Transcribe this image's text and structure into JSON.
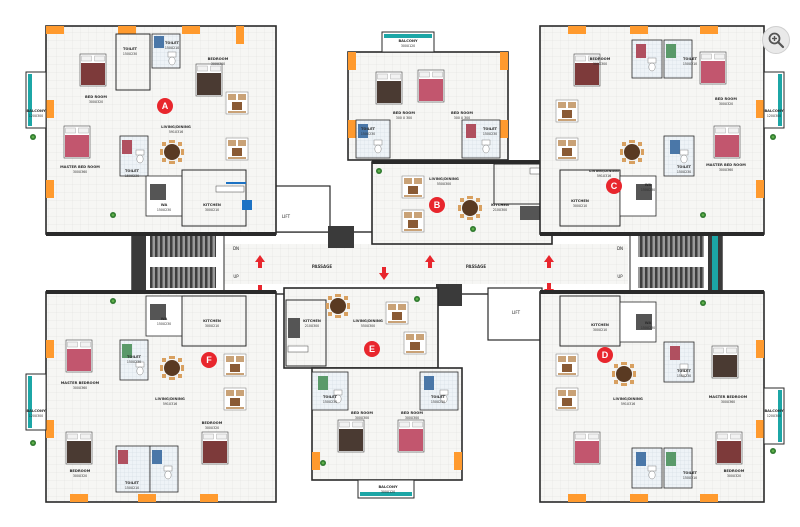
{
  "units": [
    {
      "id": "A",
      "rooms": {
        "toilet1": "TOILET",
        "toilet1_size": "150X230",
        "toilet2": "TOILET",
        "toilet2_size": "150X210",
        "bed1": "BEDROOM",
        "bed1_size": "300X300",
        "bed2": "BED ROOM",
        "bed2_size": "300X320",
        "balcony": "BALCONY",
        "balcony_size": "120X300",
        "master": "MASTER BED ROOM",
        "master_size": "300X360",
        "toilet3": "TOILET",
        "toilet3_size": "150X230",
        "living": "LIVING/DINING",
        "living_size": "591X316",
        "wa": "WA",
        "wa_size": "150X230",
        "kitchen": "KITCHEN",
        "kitchen_size": "300X210"
      }
    },
    {
      "id": "B",
      "rooms": {
        "balcony": "BALCONY",
        "balcony_size": "300X120",
        "bed1": "BED ROOM",
        "bed1_size": "300 X 300",
        "bed2": "BED ROOM",
        "bed2_size": "300 X 300",
        "toilet1": "TOILET",
        "toilet1_size": "150X230",
        "toilet2": "TOILET",
        "toilet2_size": "150X230",
        "living": "LIVING/DINING",
        "living_size": "550X300",
        "kitchen": "KITCHEN",
        "kitchen_size": "210X300"
      }
    },
    {
      "id": "C",
      "rooms": {
        "bed1": "BEDROOM",
        "bed1_size": "300X300",
        "toilet1": "TOILET",
        "toilet1_size": "150X210",
        "bed2": "BED ROOM",
        "bed2_size": "300X320",
        "balcony": "BALCONY",
        "balcony_size": "120X300",
        "master": "MASTER BED ROOM",
        "master_size": "300X360",
        "toilet2": "TOILET",
        "toilet2_size": "150X230",
        "living": "LIVING/DINING",
        "living_size": "591X316",
        "wa": "WA",
        "wa_size": "150X230",
        "kitchen": "KITCHEN",
        "kitchen_size": "300X210"
      }
    },
    {
      "id": "D",
      "rooms": {
        "wa": "WA",
        "wa_size": "150X230",
        "kitchen": "KITCHEN",
        "kitchen_size": "300X210",
        "living": "LIVING/DINING",
        "living_size": "591X316",
        "master": "MASTER BEDROOM",
        "master_size": "300X360",
        "balcony": "BALCONY",
        "balcony_size": "120X300",
        "toilet1": "TOILET",
        "toilet1_size": "150X230",
        "bed1": "BEDROOM",
        "bed1_size": "300X320",
        "toilet2": "TOILET",
        "toilet2_size": "150X210"
      }
    },
    {
      "id": "E",
      "rooms": {
        "kitchen": "KITCHEN",
        "kitchen_size": "210X300",
        "living": "LIVING/DINING",
        "living_size": "550X300",
        "toilet1": "TOILET",
        "toilet1_size": "150X230",
        "toilet2": "TOILET",
        "toilet2_size": "150X230",
        "bed1": "BED ROOM",
        "bed1_size": "300X300",
        "bed2": "BED ROOM",
        "bed2_size": "300X300",
        "balcony": "BALCONY",
        "balcony_size": "300X120"
      }
    },
    {
      "id": "F",
      "rooms": {
        "wa": "WA",
        "wa_size": "150X230",
        "kitchen": "KITCHEN",
        "kitchen_size": "300X210",
        "toilet1": "TOILET",
        "toilet1_size": "150X230",
        "master": "MASTER BEDROOM",
        "master_size": "300X360",
        "balcony": "BALCONY",
        "balcony_size": "120X300",
        "living": "LIVING/DINING",
        "living_size": "591X316",
        "bed1": "BEDROOM",
        "bed1_size": "300X320",
        "bed2": "BEDROOM",
        "bed2_size": "300X320",
        "toilet2": "TOILET",
        "toilet2_size": "150X210"
      }
    }
  ],
  "common": {
    "passage": "PASSAGE",
    "lift": "LIFT",
    "up": "UP",
    "dn": "DN"
  },
  "icons": {
    "zoom": "zoom-in-icon"
  },
  "colors": {
    "marker": "#e8262d",
    "arrow": "#e8262d",
    "wall": "#2a2a2a",
    "stair": "#7a7a7a",
    "corridor": "#eeeeec",
    "floor": "#f4f4f2",
    "frame": "#ff9a2e"
  }
}
